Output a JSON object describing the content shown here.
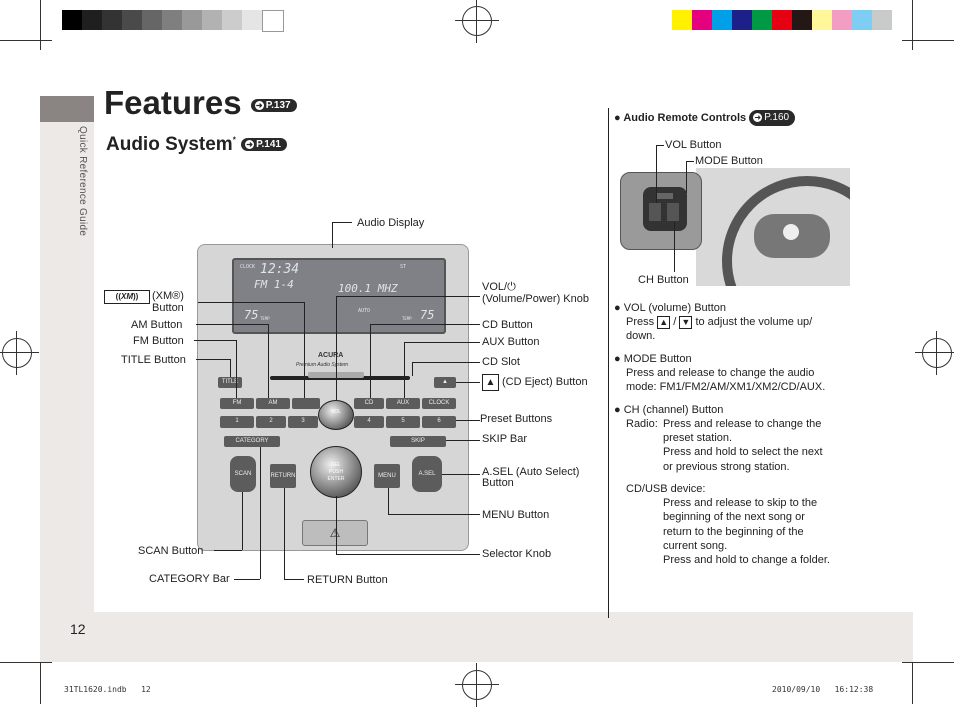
{
  "header": {
    "title": "Features",
    "title_ref": "P.137",
    "section": "Audio System",
    "section_ref": "P.141",
    "side_tab": "Quick Reference Guide",
    "page_number": "12"
  },
  "radio_display": {
    "clock_label": "CLOCK",
    "time": "12:34",
    "st": "ST",
    "fm": "FM 1-4",
    "freq": "100.1 MHZ",
    "temp_left": "75",
    "temp_right": "75",
    "temp_label": "TEMP",
    "auto": "AUTO",
    "brand": "ACURA",
    "brand_sub": "Premium Audio System"
  },
  "radio_buttons": {
    "title": "TITLE",
    "fm": "FM",
    "am": "AM",
    "cd": "CD",
    "aux": "AUX",
    "clock": "CLOCK",
    "category": "CATEGORY",
    "skip": "SKIP",
    "scan": "SCAN",
    "return": "RETURN",
    "sel": "SEL",
    "push": "PUSH",
    "enter": "ENTER",
    "menu": "MENU",
    "asel": "A.SEL",
    "vol": "VOL",
    "presets": [
      "1",
      "2",
      "3",
      "4",
      "5",
      "6"
    ]
  },
  "callouts": {
    "audio_display": "Audio Display",
    "xm_button_1": "(XM®)",
    "xm_button_2": "Button",
    "am_button": "AM Button",
    "fm_button": "FM Button",
    "title_button": "TITLE Button",
    "vol_1": "VOL/",
    "vol_2": "(Volume/Power) Knob",
    "cd_button": "CD Button",
    "aux_button": "AUX Button",
    "cd_slot": "CD Slot",
    "cd_eject": "(CD Eject) Button",
    "preset_buttons": "Preset Buttons",
    "skip_bar": "SKIP Bar",
    "asel_1": "A.SEL (Auto Select)",
    "asel_2": "Button",
    "menu_button": "MENU Button",
    "selector_knob": "Selector Knob",
    "scan_button": "SCAN Button",
    "category_bar": "CATEGORY Bar",
    "return_button": "RETURN Button"
  },
  "right_column": {
    "remote_heading": "Audio Remote Controls",
    "remote_ref": "P.160",
    "vol_button_label": "VOL Button",
    "mode_button_label": "MODE Button",
    "ch_button_label": "CH Button",
    "vol_heading": "VOL (volume) Button",
    "vol_text_1": "Press",
    "vol_text_slash": "/",
    "vol_text_2": "to adjust the volume up/",
    "vol_text_3": "down.",
    "mode_heading": "MODE Button",
    "mode_text_1": "Press and release to change the audio",
    "mode_text_2": "mode: FM1/FM2/AM/XM1/XM2/CD/AUX.",
    "ch_heading": "CH (channel) Button",
    "radio_label": "Radio:",
    "radio_text_1": "Press and release to change the",
    "radio_text_2": "preset station.",
    "radio_text_3": "Press and hold to select the next",
    "radio_text_4": "or previous strong station.",
    "cdusb_label": "CD/USB device:",
    "cd_text_1": "Press and release to skip to the",
    "cd_text_2": "beginning of the next song or",
    "cd_text_3": "return to the beginning of the",
    "cd_text_4": "current song.",
    "cd_text_5": "Press and hold to change a folder."
  },
  "print_footer": {
    "file": "31TL1620.indb   12",
    "timestamp": "2010/09/10   16:12:38"
  },
  "colors": {
    "swatches_gray": [
      "#000000",
      "#1f1f1f",
      "#333333",
      "#4a4a4a",
      "#666666",
      "#7f7f7f",
      "#999999",
      "#b2b2b2",
      "#cccccc",
      "#e5e5e5",
      "#ffffff"
    ],
    "swatches_color": [
      "#fff100",
      "#e4007f",
      "#00a0e9",
      "#1d2088",
      "#009944",
      "#e60012",
      "#231815",
      "#fff799",
      "#f19ec2",
      "#7ecef4",
      "#c9caca"
    ]
  }
}
